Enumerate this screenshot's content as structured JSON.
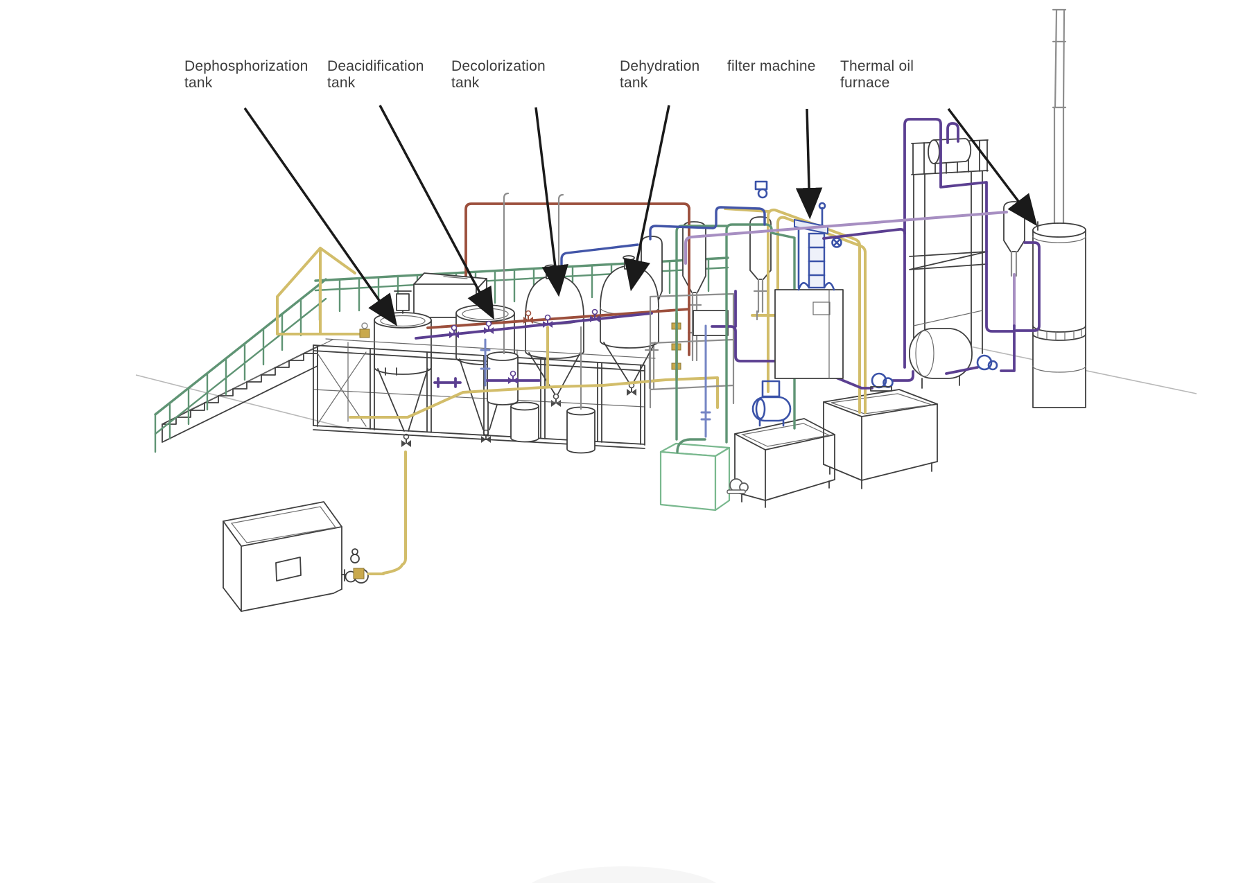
{
  "diagram": {
    "type": "equipment-diagram",
    "subject": "cooking-oil refining plant line drawing",
    "background": "#ffffff",
    "labels": [
      {
        "id": "dephosphorization-tank",
        "line1": "Dephosphorization",
        "line2": "tank"
      },
      {
        "id": "deacidification-tank",
        "line1": "Deacidification",
        "line2": "tank"
      },
      {
        "id": "decolorization-tank",
        "line1": "Decolorization",
        "line2": "tank"
      },
      {
        "id": "dehydration-tank",
        "line1": "Dehydration",
        "line2": "tank"
      },
      {
        "id": "filter-machine",
        "line1": "filter machine",
        "line2": ""
      },
      {
        "id": "thermal-oil-furnace",
        "line1": "Thermal oil",
        "line2": "furnace"
      }
    ],
    "colors": {
      "outline": "#3f3f3f",
      "railing_green": "#5f9474",
      "pipe_yellow": "#d2bd6a",
      "pipe_purple": "#5b3f91",
      "pipe_light_purple": "#a78fc2",
      "pipe_blue": "#4255a8",
      "pipe_steel_blue": "#7585c4",
      "pipe_maroon": "#9c4f3c",
      "machine_blue": "#3a52a8",
      "cube_green": "#79b88e",
      "brass_fitting": "#c9a94c",
      "label_text": "#3b3b3b",
      "leader_arrow": "#1a1a1a"
    }
  }
}
